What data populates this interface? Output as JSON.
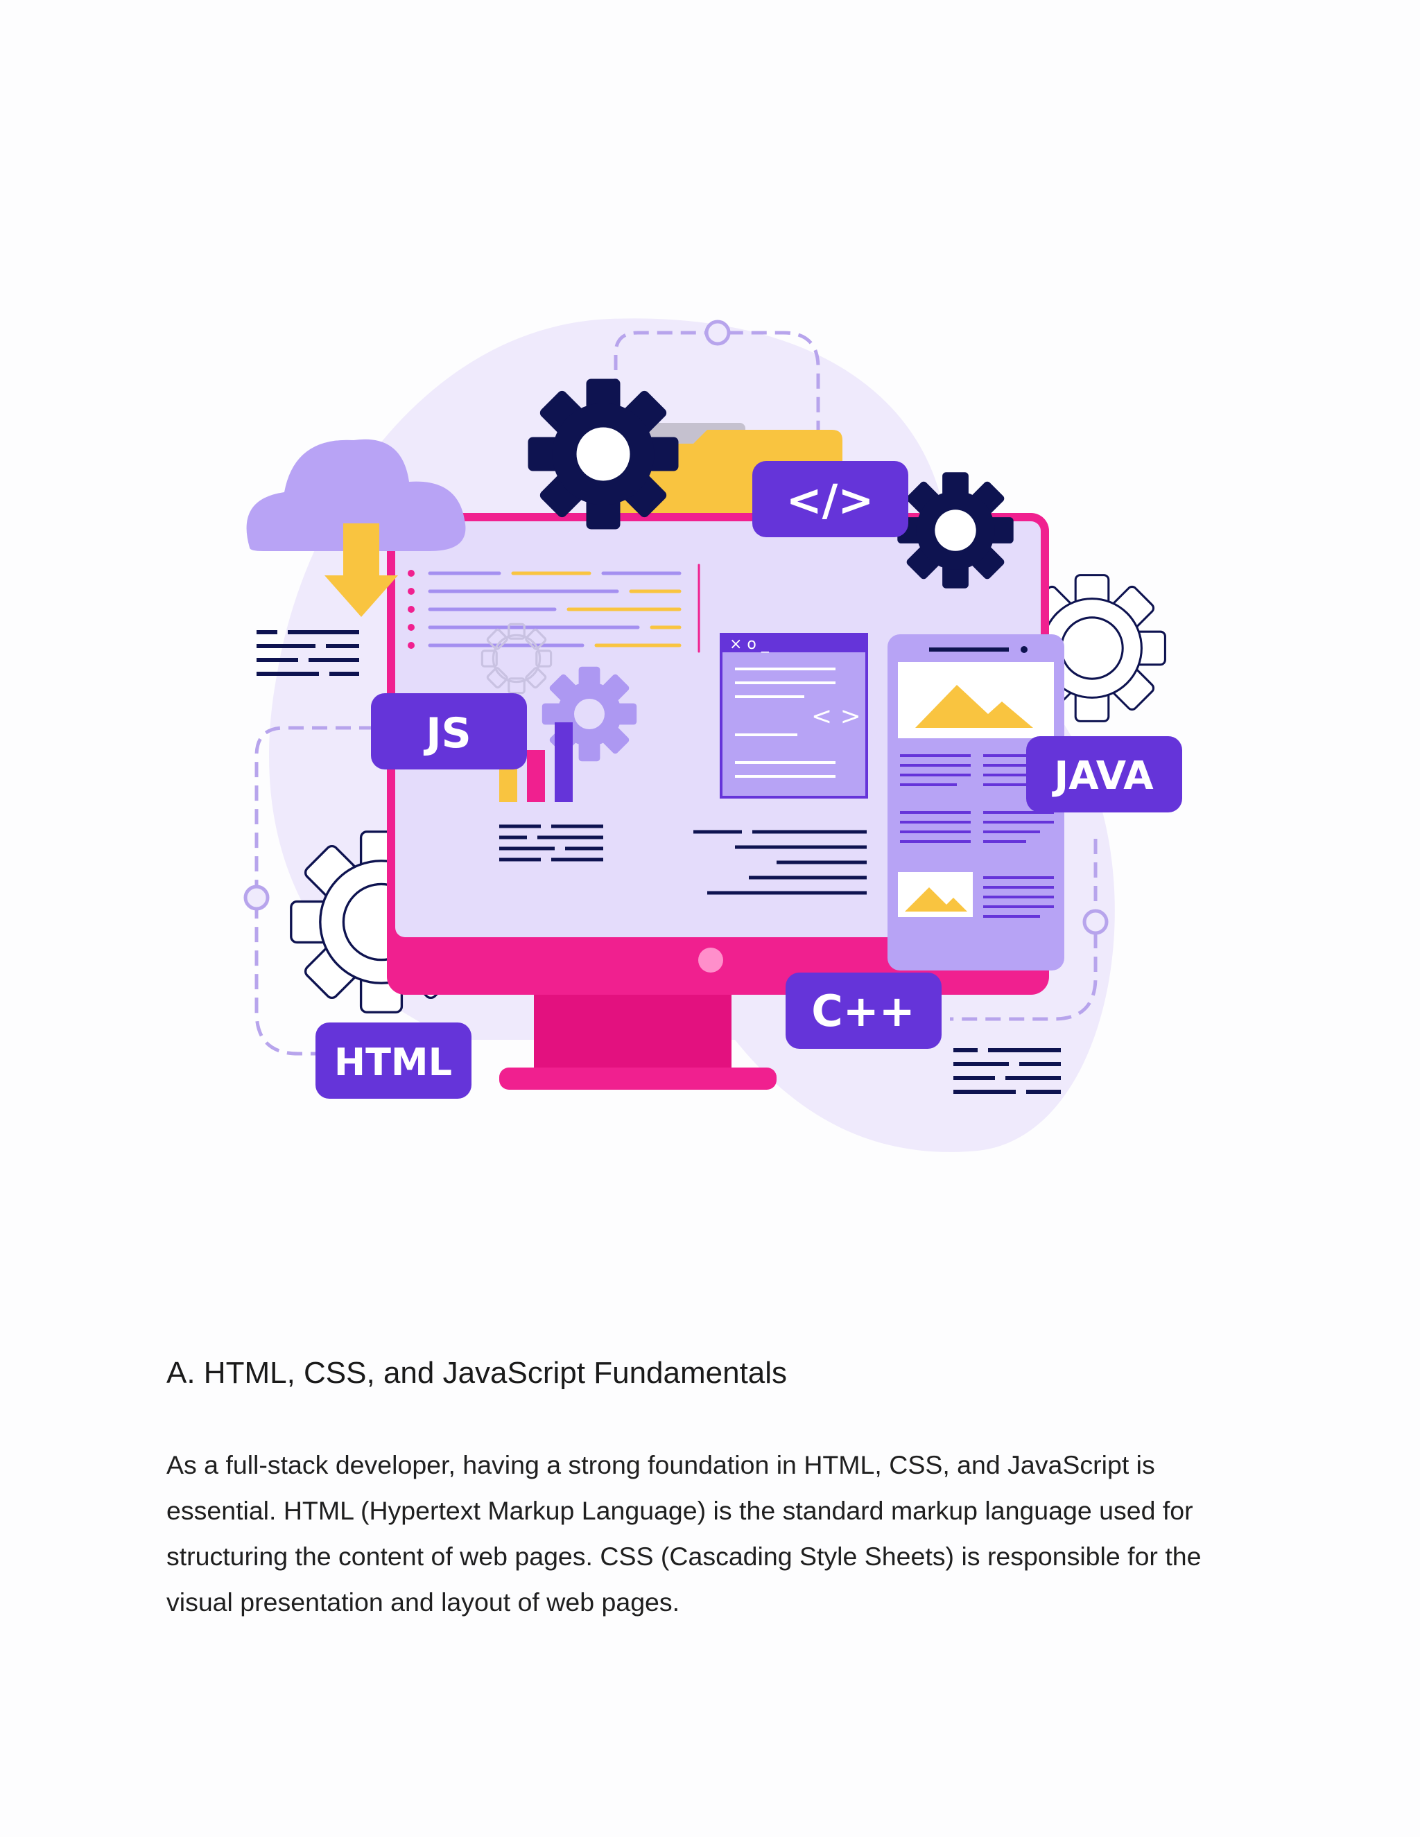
{
  "illustration": {
    "tags": {
      "code": "</>",
      "js": "JS",
      "java": "JAVA",
      "html": "HTML",
      "cpp": "C++"
    },
    "window_controls": "× o _",
    "code_symbol": "< >",
    "colors": {
      "monitor": "#f0208f",
      "tag": "#6534d9",
      "gear_dark": "#0e1350",
      "accent_yellow": "#f9c440",
      "lavender": "#b8a3f5",
      "screen": "#e4dcfb",
      "blob": "#efeafc"
    }
  },
  "content": {
    "heading": "A. HTML, CSS, and JavaScript Fundamentals",
    "paragraph_lines": [
      "As a full-stack developer, having a strong foundation in HTML, CSS, and JavaScript is",
      "essential. HTML (Hypertext Markup Language) is the standard markup language used for",
      "structuring the content of web pages. CSS (Cascading Style Sheets) is responsible for the",
      "visual presentation and layout of web pages."
    ]
  }
}
